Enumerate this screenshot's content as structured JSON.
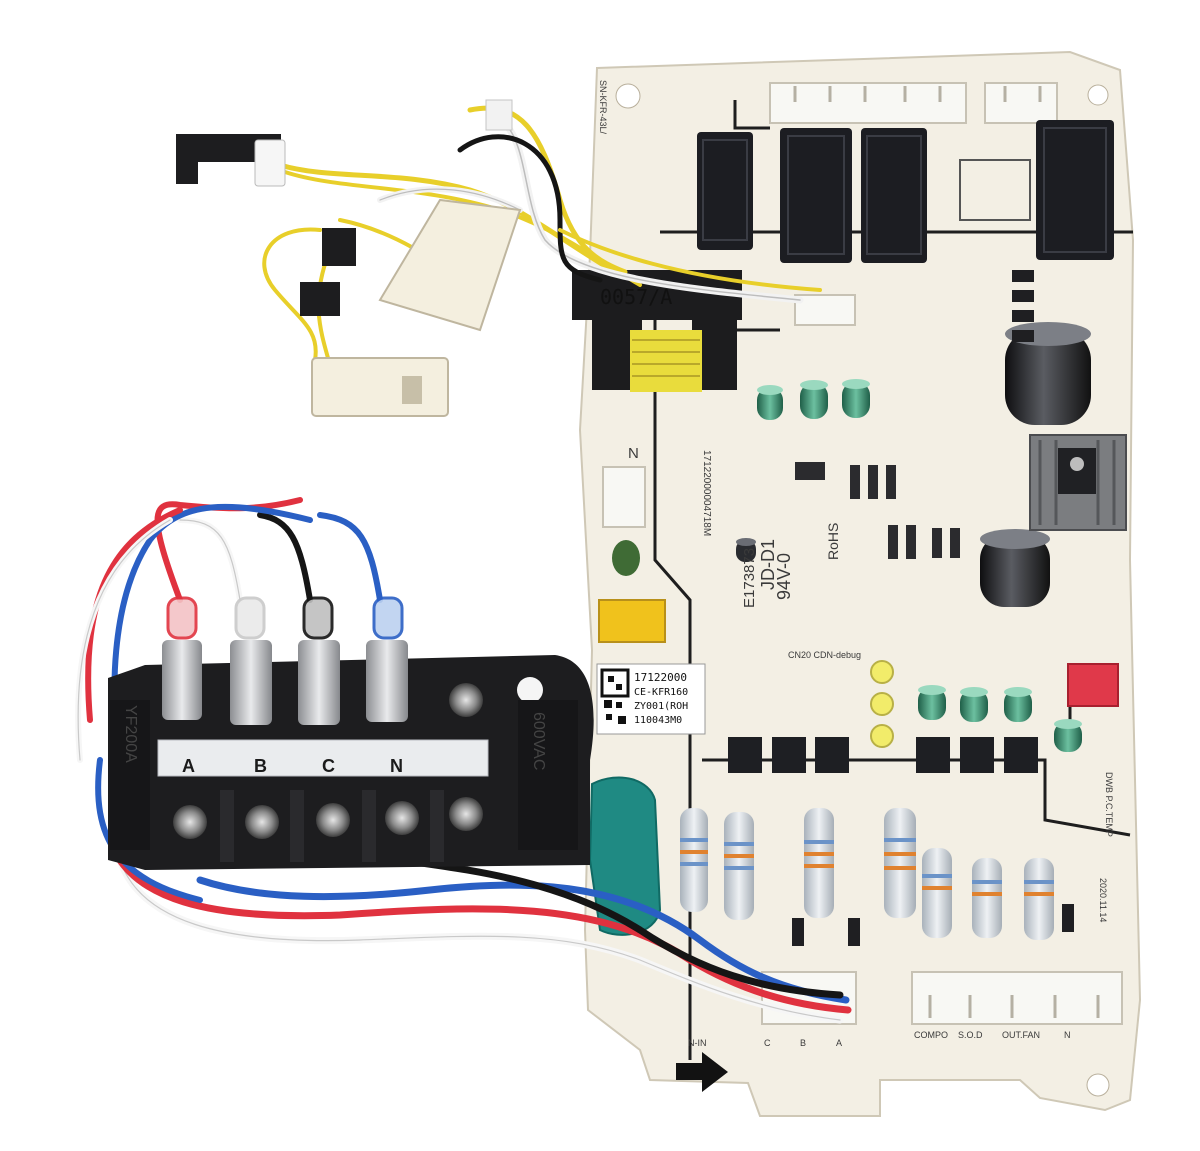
{
  "terminal_block": {
    "labels": [
      "A",
      "B",
      "C",
      "N"
    ],
    "side_left": "YF200A",
    "side_right": "600VAC"
  },
  "transformer": {
    "marking": "0057/A"
  },
  "qr_sticker": {
    "lines": [
      "17122000",
      "CE-KFR160",
      "ZY001(ROH",
      "110043M0"
    ]
  },
  "silkscreen": {
    "rohs": "RoHS",
    "jd": "JD-D1",
    "rating": "94V-0",
    "cert": "E173873",
    "n_mark": "N",
    "part_no": "17122000004718M",
    "debug": "CN20  CDN-debug",
    "date": "2020.11.14",
    "temp": "DWB P.C.TEMP",
    "left_edge": "SN-KFR-43L/",
    "conn_labels": [
      "COMPO",
      "S.O.D",
      "OUT.FAN",
      "N"
    ],
    "bottom_labels": [
      "N-IN",
      "C",
      "B",
      "A"
    ]
  },
  "colors": {
    "board": "#f3efe4",
    "trace": "#1e1e1e",
    "relay": "#1c1d22",
    "wire_red": "#e0323f",
    "wire_blue": "#2a5fc4",
    "wire_black": "#151515",
    "wire_white": "#f6f6f6",
    "wire_yellow": "#e8cf2a",
    "capacitor": "#3a8f6d",
    "resistor": "#cfd5dc",
    "led": "#f2ec6a",
    "jumper_red": "#e0394a"
  }
}
